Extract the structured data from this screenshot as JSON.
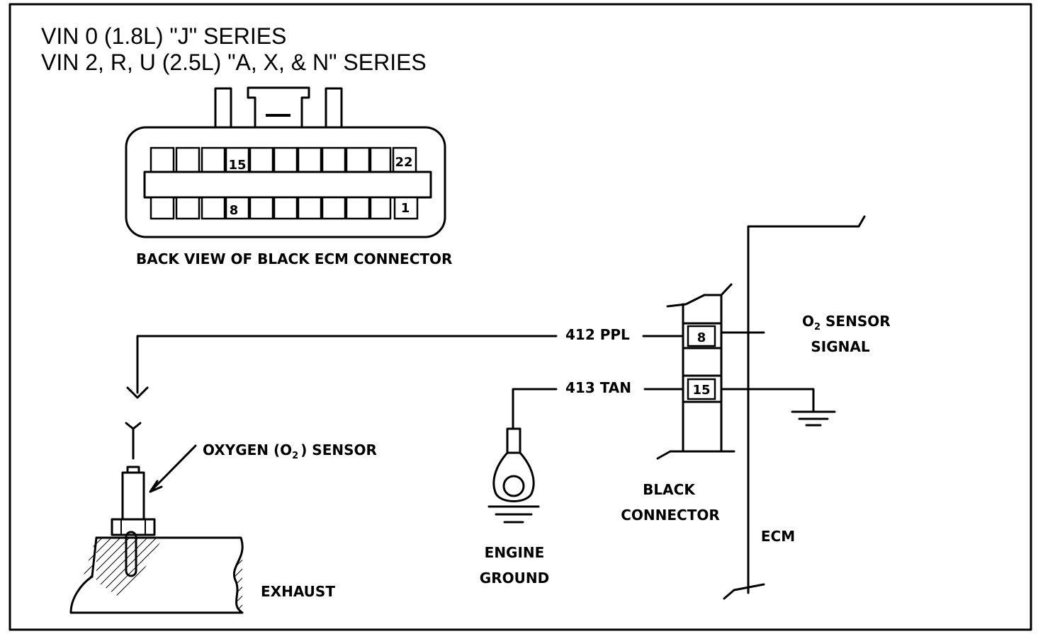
{
  "title": {
    "line1": "VIN 0 (1.8L) \"J\" SERIES",
    "line2": "VIN 2, R, U (2.5L) \"A, X, & N\" SERIES"
  },
  "connector": {
    "caption": "BACK VIEW OF BLACK ECM CONNECTOR",
    "pin_top_left": "15",
    "pin_top_right": "22",
    "pin_bottom_left": "8",
    "pin_bottom_right": "1"
  },
  "wires": {
    "signal_wire": "412 PPL",
    "ground_wire": "413 TAN"
  },
  "black_connector": {
    "label_line1": "BLACK",
    "label_line2": "CONNECTOR",
    "pin_signal": "8",
    "pin_ground": "15"
  },
  "sensor": {
    "label_prefix": "OXYGEN (",
    "label_o": "O",
    "label_sub": "2",
    "label_suffix": ") SENSOR"
  },
  "exhaust": {
    "label": "EXHAUST"
  },
  "engine_ground": {
    "line1": "ENGINE",
    "line2": "GROUND"
  },
  "ecm": {
    "label": "ECM",
    "signal_o": "O",
    "signal_sub": "2",
    "signal_line1_rest": " SENSOR",
    "signal_line2": "SIGNAL"
  }
}
